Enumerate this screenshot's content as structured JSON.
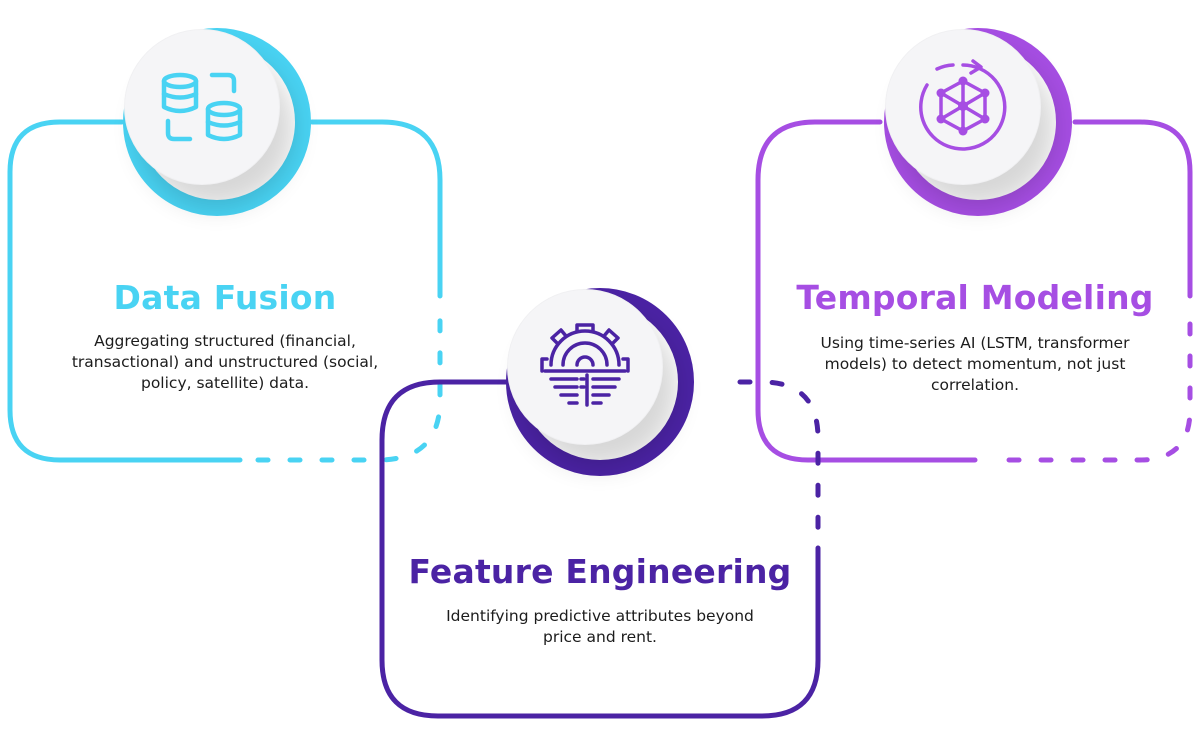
{
  "colors": {
    "data_fusion": "#49d3f3",
    "feature_engineering": "#4b23a4",
    "temporal_modeling": "#a64ee3"
  },
  "cards": [
    {
      "key": "data_fusion",
      "title": "Data Fusion",
      "icon": "database-sync-icon",
      "description_lines": [
        "Aggregating structured (financial,",
        "transactional) and unstructured (social,",
        "policy, satellite) data."
      ]
    },
    {
      "key": "feature_engineering",
      "title": "Feature Engineering",
      "icon": "gear-analytics-icon",
      "description_lines": [
        "Identifying predictive attributes beyond",
        "price and rent."
      ]
    },
    {
      "key": "temporal_modeling",
      "title": "Temporal Modeling",
      "icon": "rotating-network-icon",
      "description_lines": [
        "Using time-series AI (LSTM, transformer",
        "models) to detect momentum, not just",
        "correlation."
      ]
    }
  ]
}
